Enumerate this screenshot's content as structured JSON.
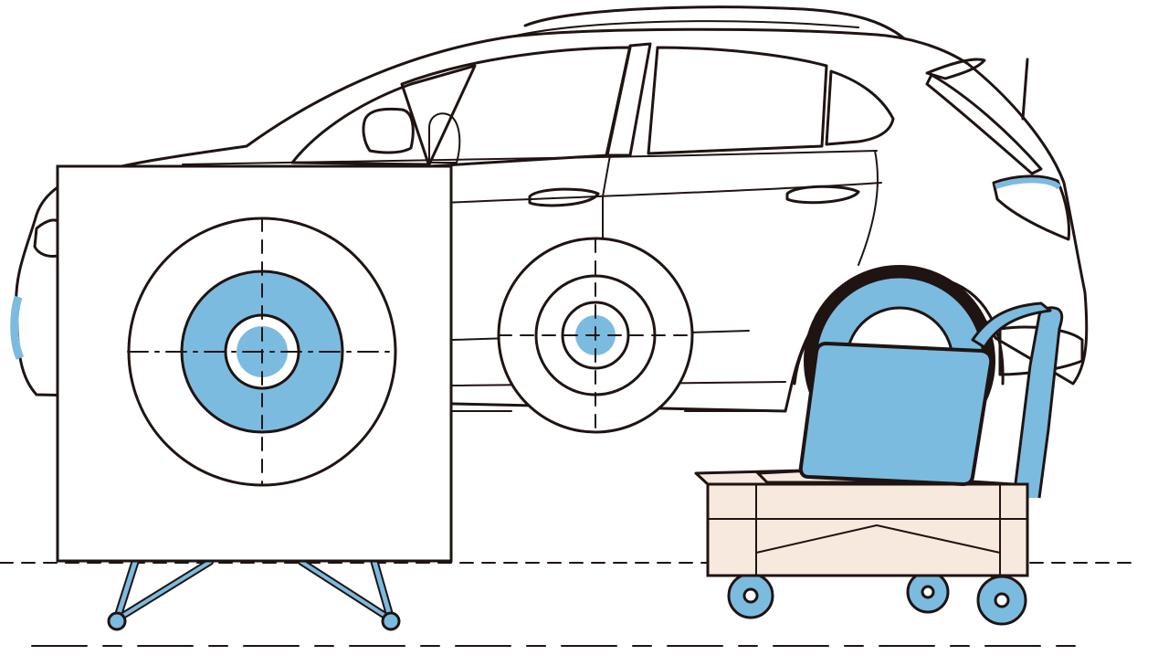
{
  "colors": {
    "ink": "#1f1412",
    "accent_blue": "#7bbbe0",
    "glass_blue": "#86c1e4",
    "cart_beige": "#f7e9de",
    "background": "#ffffff"
  },
  "elements": {
    "calibration_target": {
      "icon": "target-board-icon",
      "rings": 3
    },
    "wheel_marker": {
      "icon": "crosshair-target-icon",
      "rings": 3
    },
    "vehicle": {
      "icon": "suv-side-view-icon"
    },
    "diagnostic_cart": {
      "icon": "laptop-cart-icon",
      "wheels": 3
    },
    "ground_reference": {
      "icon": "dashed-floor-line-icon"
    }
  }
}
